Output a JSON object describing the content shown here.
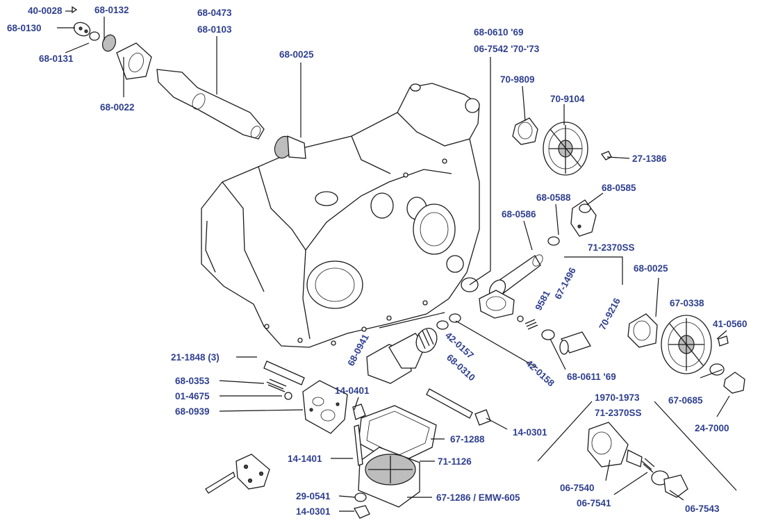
{
  "labels": {
    "l1": "40-0028",
    "l2": "68-0132",
    "l3": "68-0130",
    "l4": "68-0131",
    "l5": "68-0022",
    "l6a": "68-0473",
    "l6b": "68-0103",
    "l7": "68-0025",
    "l8a": "68-0610 '69",
    "l8b": "06-7542 '70-'73",
    "l9": "70-9809",
    "l10": "70-9104",
    "l11": "27-1386",
    "l12": "68-0588",
    "l13": "68-0585",
    "l14": "68-0586",
    "l15": "71-2370SS",
    "l16": "9581",
    "l17": "67-1496",
    "l18": "68-0025",
    "l19": "67-0338",
    "l20": "70-9216",
    "l21": "41-0560",
    "l22": "68-0941",
    "l23": "42-0157",
    "l24": "68-0310",
    "l25": "42-0158",
    "l26": "68-0611 '69",
    "l27": "21-1848 (3)",
    "l28": "68-0353",
    "l29": "01-4675",
    "l30": "68-0939",
    "l31": "14-0401",
    "l32": "67-0685",
    "l33": "24-7000",
    "l34a": "1970-1973",
    "l34b": "71-2370SS",
    "l35": "14-0301",
    "l36": "67-1288",
    "l37": "14-1401",
    "l38": "71-1126",
    "l39": "06-7540",
    "l40": "06-7541",
    "l41": "06-7543",
    "l42": "29-0541",
    "l43": "67-1286  / EMW-605",
    "l44": "14-0301"
  }
}
